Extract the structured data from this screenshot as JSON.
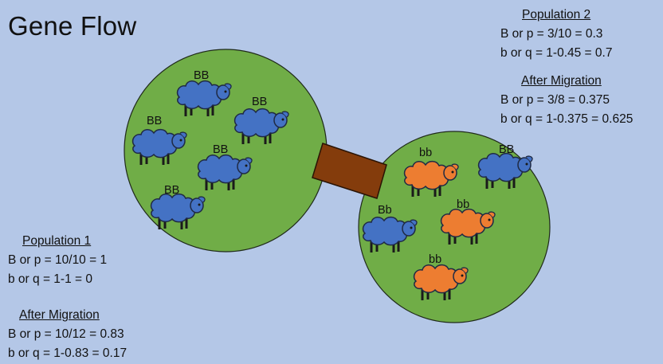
{
  "title": "Gene Flow",
  "population1": {
    "heading": "Population 1",
    "lines": [
      "B or p = 10/10 = 1",
      "b or q = 1-1 = 0"
    ],
    "after_heading": "After Migration",
    "after_lines": [
      "B or p = 10/12 = 0.83",
      "b or q = 1-0.83 = 0.17"
    ]
  },
  "population2": {
    "heading": "Population 2",
    "lines": [
      "B or p = 3/10 = 0.3",
      "b or q = 1-0.45 = 0.7"
    ],
    "after_heading": "After Migration",
    "after_lines": [
      "B or p = 3/8 = 0.375",
      "b or q = 1-0.375 = 0.625"
    ]
  },
  "sheep_labels": {
    "left": [
      "BB",
      "BB",
      "BB",
      "BB",
      "BB"
    ],
    "right": [
      "bb",
      "BB",
      "Bb",
      "bb",
      "bb"
    ]
  },
  "colors": {
    "background": "#b4c7e7",
    "field": "#70ad47",
    "blue_sheep": "#4472c4",
    "orange_sheep": "#ed7d31",
    "bridge": "#843c0c"
  }
}
